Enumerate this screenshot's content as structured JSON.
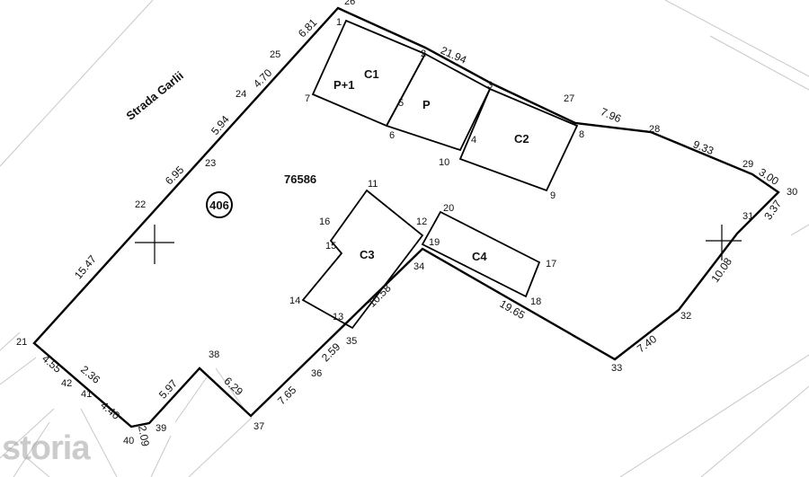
{
  "street_name": "Strada Garlii",
  "parcel_number": "76586",
  "plot_id": "406",
  "buildings": {
    "c1": "C1",
    "c1_floors": "P+1",
    "p": "P",
    "c2": "C2",
    "c3": "C3",
    "c4": "C4"
  },
  "points": {
    "p1": "1",
    "p2": "2",
    "p3": "3",
    "p4": "4",
    "p5": "5",
    "p6": "6",
    "p7": "7",
    "p8": "8",
    "p9": "9",
    "p10": "10",
    "p11": "11",
    "p12": "12",
    "p13": "13",
    "p14": "14",
    "p15": "15",
    "p16": "16",
    "p17": "17",
    "p18": "18",
    "p19": "19",
    "p20": "20",
    "p21": "21",
    "p22": "22",
    "p23": "23",
    "p24": "24",
    "p25": "25",
    "p26": "26",
    "p27": "27",
    "p28": "28",
    "p29": "29",
    "p30": "30",
    "p31": "31",
    "p32": "32",
    "p33": "33",
    "p34": "34",
    "p35": "35",
    "p36": "36",
    "p37": "37",
    "p38": "38",
    "p39": "39",
    "p40": "40",
    "p41": "41",
    "p42": "42"
  },
  "dimensions": {
    "d_26_2": "21.94",
    "d_27_28": "7.96",
    "d_28_29": "9.33",
    "d_29_30": "3.00",
    "d_30_31": "3.37",
    "d_31_32": "10.08",
    "d_32_33": "7.40",
    "d_33_34": "19.65",
    "d_34_35": "10.58",
    "d_35_36": "2.59",
    "d_36_37": "7.65",
    "d_37_38": "6.29",
    "d_38_39": "5.97",
    "d_39_40": "2.09",
    "d_41_40": "4.40",
    "d_42_41": "2.36",
    "d_21_42": "4.55",
    "d_21_22": "15.47",
    "d_22_23": "6.95",
    "d_23_24": "5.94",
    "d_24_25": "4.70",
    "d_25_26": "6.81"
  },
  "watermark": "storia"
}
